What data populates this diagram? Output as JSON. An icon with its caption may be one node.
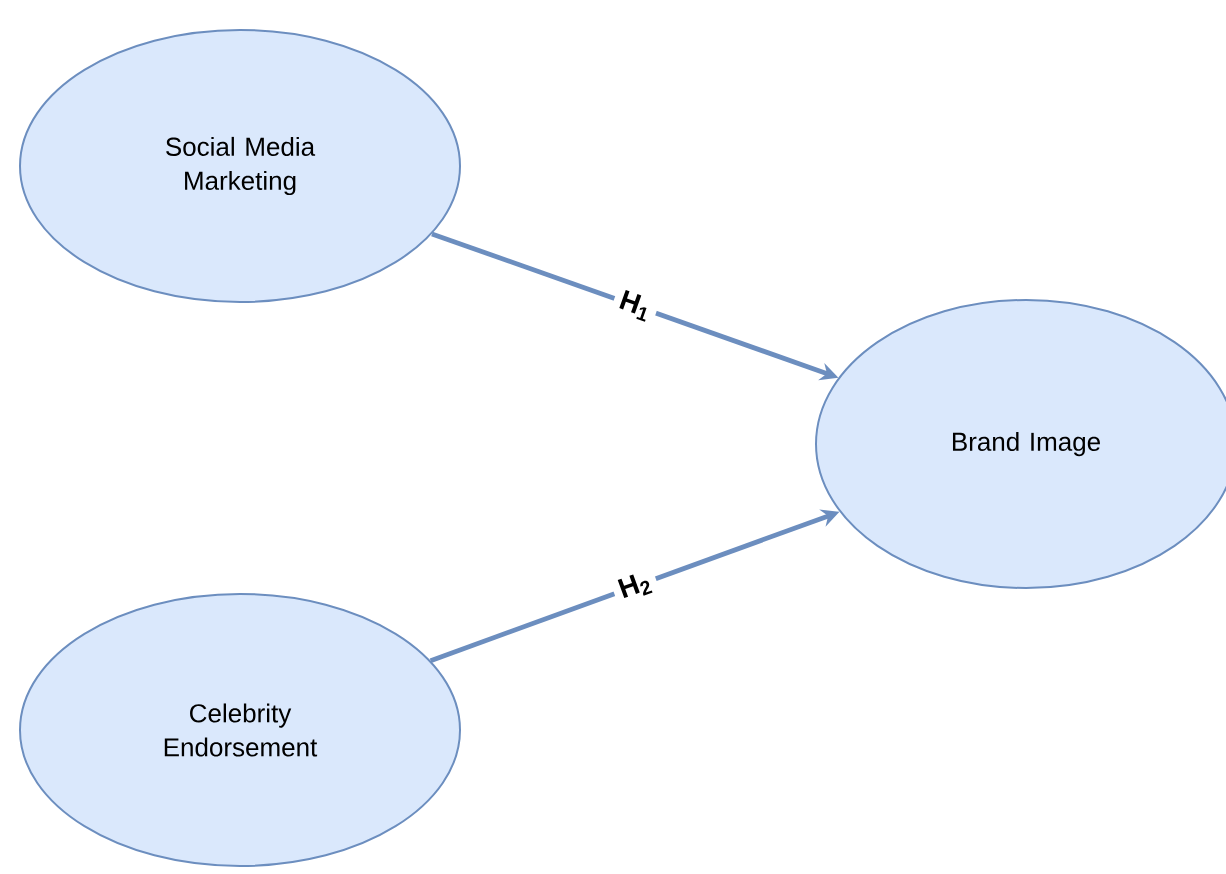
{
  "diagram": {
    "nodes": [
      {
        "text": [
          "Social Media Marketing"
        ]
      },
      {
        "text": [
          "Celebrity Endorsement"
        ]
      },
      {
        "text": [
          "Brand Image"
        ]
      }
    ],
    "edges": [
      {
        "from": 0,
        "to": 2,
        "arrow": "to",
        "label": "H$_{1}$"
      },
      {
        "from": 1,
        "to": 2,
        "arrow": "to",
        "label": "H$_{2}$"
      }
    ]
  }
}
